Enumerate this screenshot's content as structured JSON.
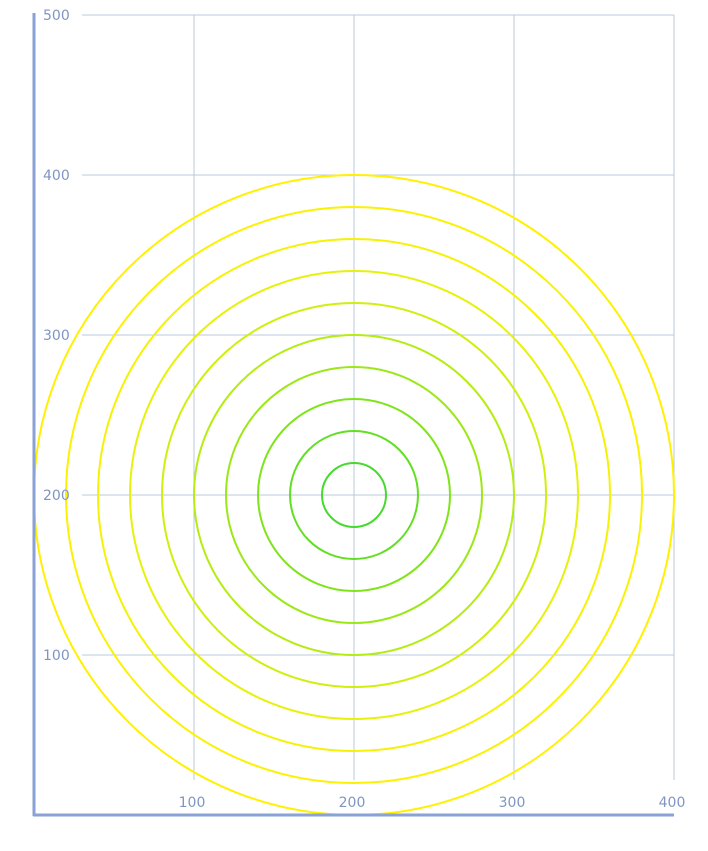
{
  "chart_data": {
    "type": "scatter",
    "title": "",
    "xlabel": "",
    "ylabel": "",
    "xlim": [
      0,
      400
    ],
    "ylim": [
      0,
      500
    ],
    "x_ticks": [
      100,
      200,
      300,
      400
    ],
    "y_ticks": [
      100,
      200,
      300,
      400,
      500
    ],
    "grid": true,
    "center": [
      200,
      200
    ],
    "rings": [
      {
        "radius": 20,
        "color": "#46d92e"
      },
      {
        "radius": 40,
        "color": "#62df22"
      },
      {
        "radius": 60,
        "color": "#7fe41b"
      },
      {
        "radius": 80,
        "color": "#9be816"
      },
      {
        "radius": 100,
        "color": "#b5ec12"
      },
      {
        "radius": 120,
        "color": "#d0ef0e"
      },
      {
        "radius": 140,
        "color": "#e8f10a"
      },
      {
        "radius": 160,
        "color": "#f5f206"
      },
      {
        "radius": 180,
        "color": "#fbf203"
      },
      {
        "radius": 200,
        "color": "#fff100"
      }
    ],
    "colors": {
      "grid": "#b8c8dc",
      "axis": "#8aa2d6",
      "tick_label": "#7f95c4"
    }
  }
}
